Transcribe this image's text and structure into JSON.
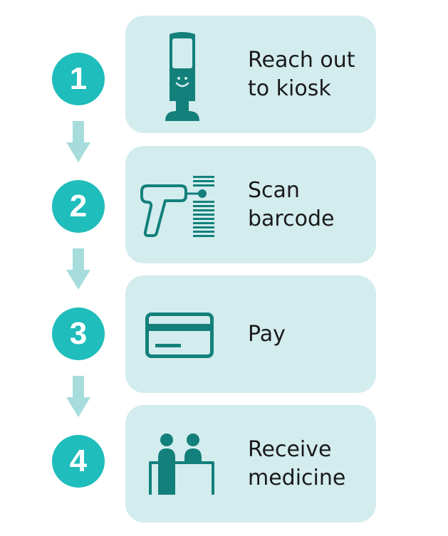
{
  "steps": [
    {
      "number": "1",
      "label": "Reach out to kiosk",
      "icon": "kiosk-icon"
    },
    {
      "number": "2",
      "label": "Scan barcode",
      "icon": "barcode-scanner-icon"
    },
    {
      "number": "3",
      "label": "Pay",
      "icon": "credit-card-icon"
    },
    {
      "number": "4",
      "label": "Receive medicine",
      "icon": "pharmacy-counter-icon"
    }
  ],
  "colors": {
    "number_circle": "#1fbdbb",
    "arrow": "#a6dcdc",
    "card_background": "#d3ecee",
    "icon": "#13807b",
    "text": "#1a1a1a"
  }
}
